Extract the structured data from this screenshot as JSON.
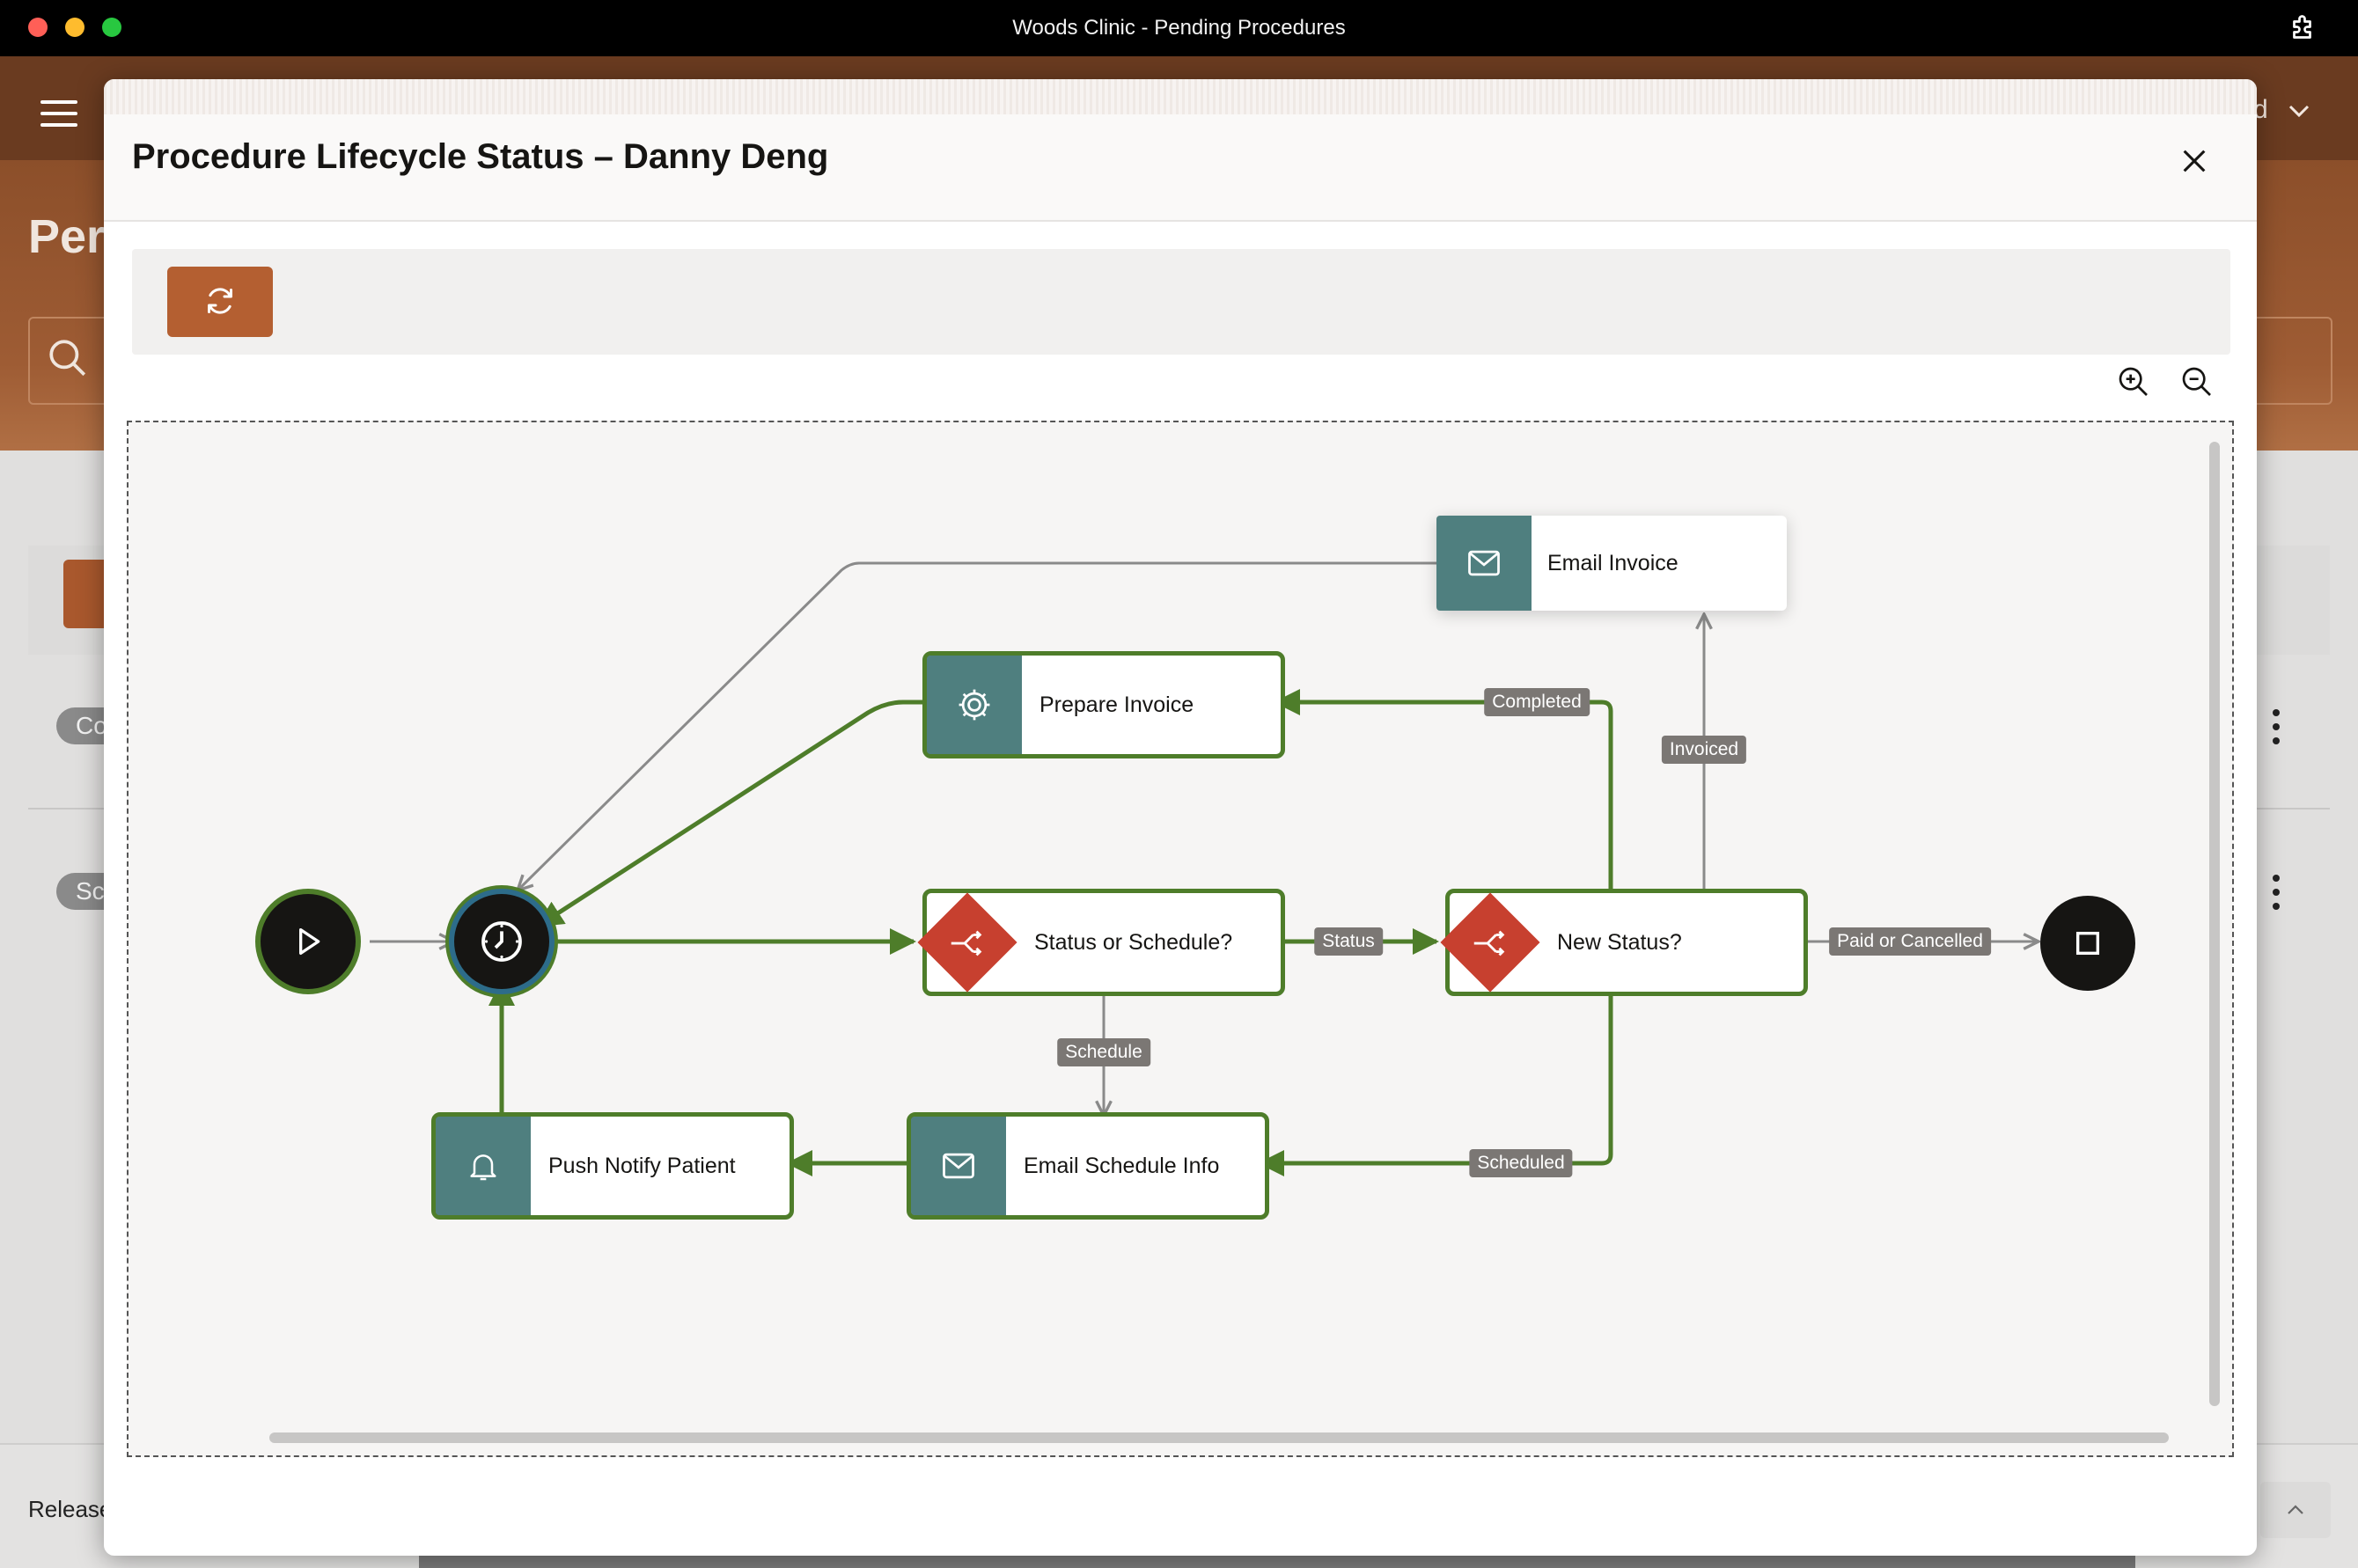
{
  "window": {
    "title": "Woods Clinic - Pending Procedures",
    "traffic_colors": [
      "#ff5f57",
      "#febc2e",
      "#28c840"
    ]
  },
  "background_app": {
    "header_partial_text": "d",
    "page_title_partial": "Per",
    "chip_1_partial": "Co",
    "chip_2_partial": "Sc",
    "footer_partial": "Release"
  },
  "modal": {
    "title": "Procedure Lifecycle Status – Danny Deng"
  },
  "diagram": {
    "nodes": {
      "email_invoice": "Email Invoice",
      "prepare_invoice": "Prepare Invoice",
      "status_or_schedule": "Status or Schedule?",
      "new_status": "New Status?",
      "push_notify": "Push Notify Patient",
      "email_schedule": "Email Schedule Info"
    },
    "edge_labels": {
      "completed": "Completed",
      "invoiced": "Invoiced",
      "status": "Status",
      "schedule": "Schedule",
      "paid_or_cancelled": "Paid or Cancelled",
      "scheduled": "Scheduled"
    },
    "colors": {
      "active_path": "#4e7d2a",
      "inactive_path": "#8a8a8a",
      "task_icon_bg": "#4f7f7f",
      "gateway": "#c7402f",
      "label_bg": "#7b7774"
    }
  },
  "colors": {
    "accent": "#b45f31",
    "header": "#6a3b20"
  }
}
